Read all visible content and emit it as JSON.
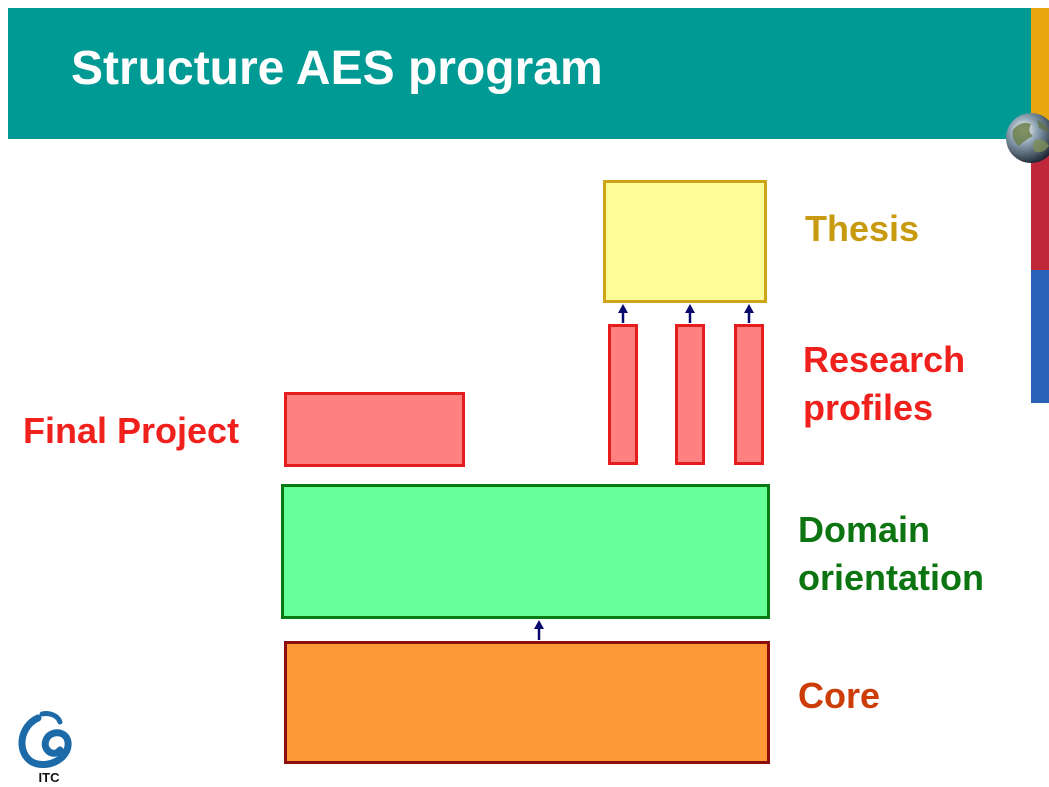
{
  "slide": {
    "title": "Structure AES program"
  },
  "diagram": {
    "thesis": "Thesis",
    "research_profiles": [
      "Research",
      "profiles"
    ],
    "final_project": "Final Project",
    "domain_orientation": [
      "Domain",
      "orientation"
    ],
    "core": "Core"
  },
  "logo": {
    "text": "ITC"
  },
  "colors": {
    "header": "#009a94",
    "thesis": "#c79a10",
    "research": "#f0201c",
    "domain": "#0c7411",
    "core": "#cc3d08",
    "arrow": "#0a0a6e"
  },
  "icons": [
    "globe-icon",
    "itc-logo"
  ]
}
